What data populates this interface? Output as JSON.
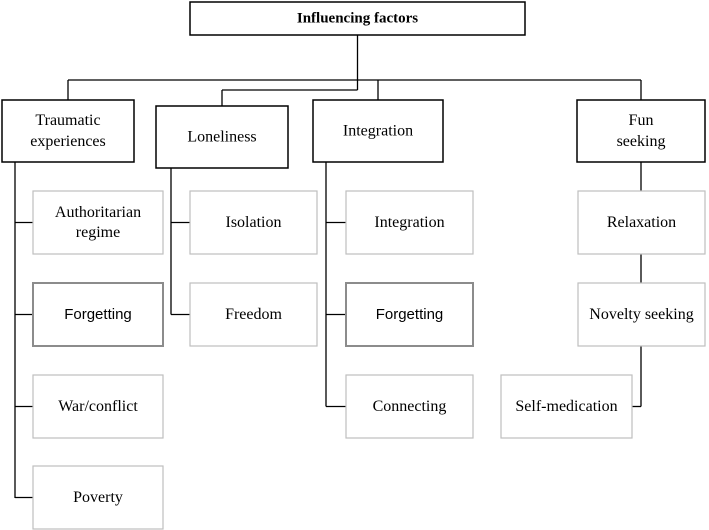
{
  "root": {
    "label": "Influencing factors"
  },
  "categories": [
    {
      "id": "traumatic",
      "lines": [
        "Traumatic",
        "experiences"
      ],
      "children": [
        {
          "lines": [
            "Authoritarian",
            "regime"
          ]
        },
        {
          "lines": [
            "Forgetting"
          ],
          "style": "sans"
        },
        {
          "lines": [
            "War/conflict"
          ]
        },
        {
          "lines": [
            "Poverty"
          ]
        }
      ]
    },
    {
      "id": "loneliness",
      "lines": [
        "Loneliness"
      ],
      "children": [
        {
          "lines": [
            "Isolation"
          ]
        },
        {
          "lines": [
            "Freedom"
          ]
        }
      ]
    },
    {
      "id": "integration",
      "lines": [
        "Integration"
      ],
      "children": [
        {
          "lines": [
            "Integration"
          ]
        },
        {
          "lines": [
            "Forgetting"
          ],
          "style": "sans"
        },
        {
          "lines": [
            "Connecting"
          ]
        }
      ]
    },
    {
      "id": "fun-seeking",
      "lines": [
        "Fun",
        "seeking"
      ],
      "children": [
        {
          "lines": [
            "Relaxation"
          ]
        },
        {
          "lines": [
            "Novelty seeking"
          ]
        },
        {
          "lines": [
            "Self-medication"
          ]
        }
      ]
    }
  ],
  "colors": {
    "line": "#000000",
    "box_border_dark": "#000000",
    "box_border_light": "#bfbfbf",
    "box_border_mid": "#8c8c8c"
  }
}
